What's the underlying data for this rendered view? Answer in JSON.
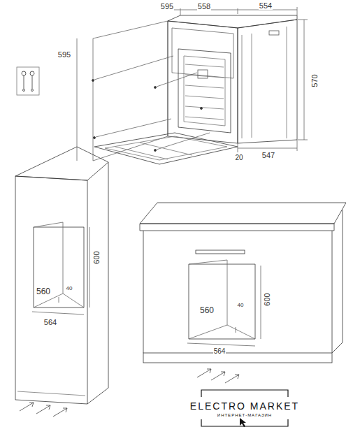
{
  "diagram": {
    "labels": [
      "595",
      "558",
      "554",
      "595",
      "570",
      "20",
      "547",
      "560",
      "40",
      "600",
      "564",
      "560",
      "40",
      "600",
      "564",
      "ELECTRO MARKET",
      "ИНТЕРНЕТ-МАГАЗИН"
    ]
  }
}
